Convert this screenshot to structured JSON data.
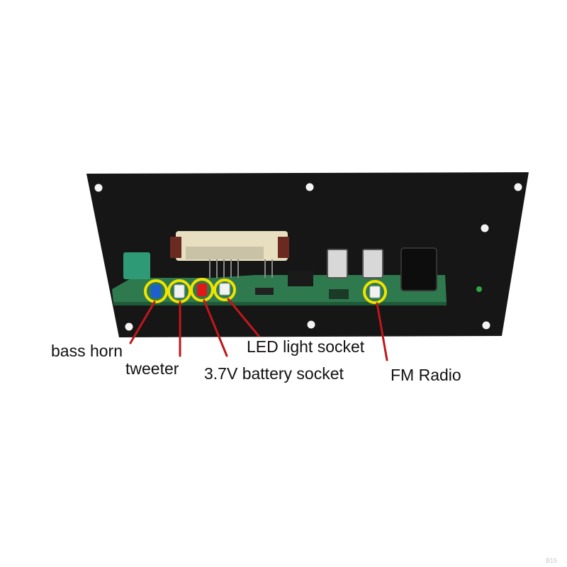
{
  "labels": {
    "bass_horn": "bass horn",
    "tweeter": "tweeter",
    "battery_socket": "3.7V battery socket",
    "led_socket": "LED light socket",
    "fm_radio": "FM Radio"
  },
  "watermark": "B15",
  "colors": {
    "background": "#ffffff",
    "panel": "#161616",
    "pcb": "#2e7a4e",
    "highlight_ring": "#f2e200",
    "pointer_line": "#c0171a",
    "connector_blue": "#1e5fd0",
    "connector_white": "#f2f2f2",
    "connector_red": "#e01818"
  },
  "icons": {
    "panel": "amplifier-board-photo",
    "ring": "yellow-highlight-circle"
  }
}
